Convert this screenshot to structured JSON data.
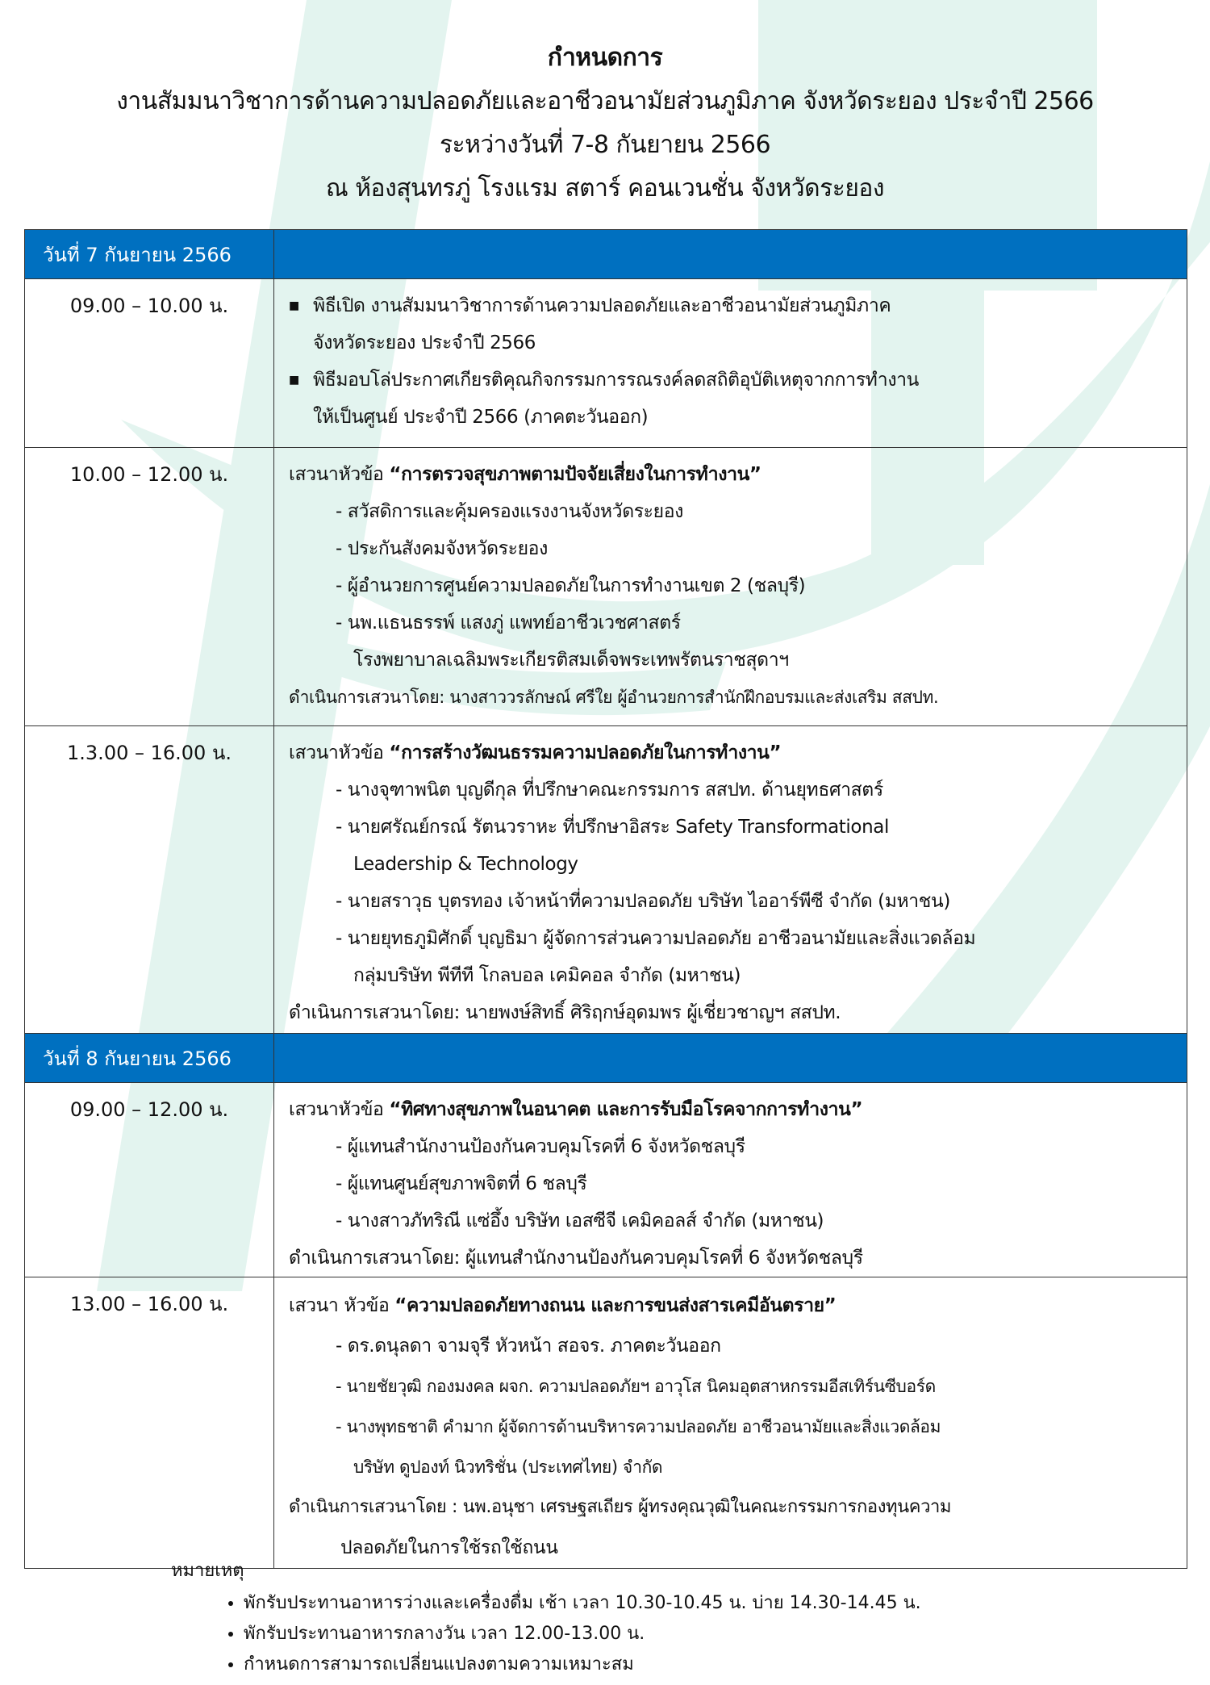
{
  "header": {
    "title": "กำหนดการ",
    "subtitle": "งานสัมมนาวิชาการด้านความปลอดภัยและอาชีวอนามัยส่วนภูมิภาค จังหวัดระยอง ประจำปี 2566",
    "dates": "ระหว่างวันที่ 7-8 กันยายน 2566",
    "venue": "ณ ห้องสุนทรภู่ โรงแรม สตาร์ คอนเวนชั่น จังหวัดระยอง"
  },
  "colors": {
    "day_header": "#0070c0",
    "watermark": "#e3f4ef"
  },
  "days": [
    {
      "label": "วันที่ 7 กันยายน 2566",
      "sessions": [
        {
          "time": "09.00 – 10.00 น.",
          "bullets": [
            {
              "line1": "พิธีเปิด งานสัมมนาวิชาการด้านความปลอดภัยและอาชีวอนามัยส่วนภูมิภาค",
              "line2": "จังหวัดระยอง ประจำปี 2566"
            },
            {
              "line1": "พิธีมอบโล่ประกาศเกียรติคุณกิจกรรมการรณรงค์ลดสถิติอุบัติเหตุจากการทำงาน",
              "line2": "ให้เป็นศูนย์ ประจำปี 2566 (ภาคตะวันออก)"
            }
          ]
        },
        {
          "time": "10.00 – 12.00 น.",
          "topic_prefix": "เสวนาหัวข้อ ",
          "topic": "“การตรวจสุขภาพตามปัจจัยเสี่ยงในการทำงาน”",
          "speakers": [
            "- สวัสดิการและคุ้มครองแรงงานจังหวัดระยอง",
            "- ประกันสังคมจังหวัดระยอง",
            "- ผู้อำนวยการศูนย์ความปลอดภัยในการทำงานเขต 2 (ชลบุรี)",
            "- นพ.แธนธรรพ์  แสงภู่ แพทย์อาชีวเวชศาสตร์"
          ],
          "speaker_cont": "โรงพยาบาลเฉลิมพระเกียรติสมเด็จพระเทพรัตนราชสุดาฯ",
          "moderator": "ดำเนินการเสวนาโดย: นางสาววรลักษณ์  ศรีใย  ผู้อำนวยการสำนักฝึกอบรมและส่งเสริม สสปท."
        },
        {
          "time": "1.3.00 – 16.00 น.",
          "topic_prefix": "เสวนาหัวข้อ ",
          "topic": "“การสร้างวัฒนธรรมความปลอดภัยในการทำงาน”",
          "s1": "- นางจุฑาพนิต บุญดีกุล ที่ปรึกษาคณะกรรมการ สสปท. ด้านยุทธศาสตร์",
          "s2": "- นายศรัณย์กรณ์ รัตนวราหะ ที่ปรึกษาอิสระ Safety Transformational",
          "s2b": "Leadership & Technology",
          "s3": "- นายสราวุธ บุตรทอง เจ้าหน้าที่ความปลอดภัย บริษัท ไออาร์พีซี จำกัด (มหาชน)",
          "s4": "- นายยุทธภูมิศักดิ์ บุญธิมา ผู้จัดการส่วนความปลอดภัย อาชีวอนามัยและสิ่งแวดล้อม",
          "s4b": "กลุ่มบริษัท พีทีที โกลบอล เคมิคอล จำกัด (มหาชน)",
          "moderator": "ดำเนินการเสวนาโดย: นายพงษ์สิทธิ์ ศิริฤกษ์อุดมพร ผู้เชี่ยวชาญฯ สสปท."
        }
      ]
    },
    {
      "label": "วันที่ 8 กันยายน 2566",
      "sessions": [
        {
          "time": "09.00 – 12.00 น.",
          "topic_prefix": "เสวนาหัวข้อ ",
          "topic": "“ทิศทางสุขภาพในอนาคต และการรับมือโรคจากการทำงาน”",
          "speakers": [
            "- ผู้แทนสำนักงานป้องกันควบคุมโรคที่ 6 จังหวัดชลบุรี",
            "- ผู้แทนศูนย์สุขภาพจิตที่ 6 ชลบุรี",
            "- นางสาวภัทริณี แซ่อึ้ง บริษัท เอสซีจี เคมิคอลส์ จำกัด (มหาชน)"
          ],
          "moderator": "ดำเนินการเสวนาโดย: ผู้แทนสำนักงานป้องกันควบคุมโรคที่ 6 จังหวัดชลบุรี"
        },
        {
          "time": "13.00 – 16.00 น.",
          "topic_prefix": "เสวนา หัวข้อ ",
          "topic": "“ความปลอดภัยทางถนน และการขนส่งสารเคมีอันตราย”",
          "s1": "- ดร.ดนุลดา จามจุรี   หัวหน้า สอจร. ภาคตะวันออก",
          "s2": "- นายชัยวุฒิ กองมงคล  ผจก. ความปลอดภัยฯ อาวุโส นิคมอุตสาหกรรมอีสเทิร์นซีบอร์ด",
          "s3": "- นางพุทธชาติ คำมาก ผู้จัดการด้านบริหารความปลอดภัย อาชีวอนามัยและสิ่งแวดล้อม",
          "s3b": "บริษัท ดูปองท์ นิวทริชั่น (ประเทศไทย) จำกัด",
          "moderator": "ดำเนินการเสวนาโดย : นพ.อนุชา เศรษฐสเถียร ผู้ทรงคุณวุฒิในคณะกรรมการกองทุนความ",
          "moderator_cont": "ปลอดภัยในการใช้รถใช้ถนน"
        }
      ]
    }
  ],
  "notes": {
    "heading": "หมายเหตุ",
    "items": [
      "พักรับประทานอาหารว่างและเครื่องดื่ม  เช้า เวลา 10.30-10.45 น. บ่าย 14.30-14.45 น.",
      "พักรับประทานอาหารกลางวัน เวลา 12.00-13.00 น.",
      "กำหนดการสามารถเปลี่ยนแปลงตามความเหมาะสม"
    ]
  }
}
